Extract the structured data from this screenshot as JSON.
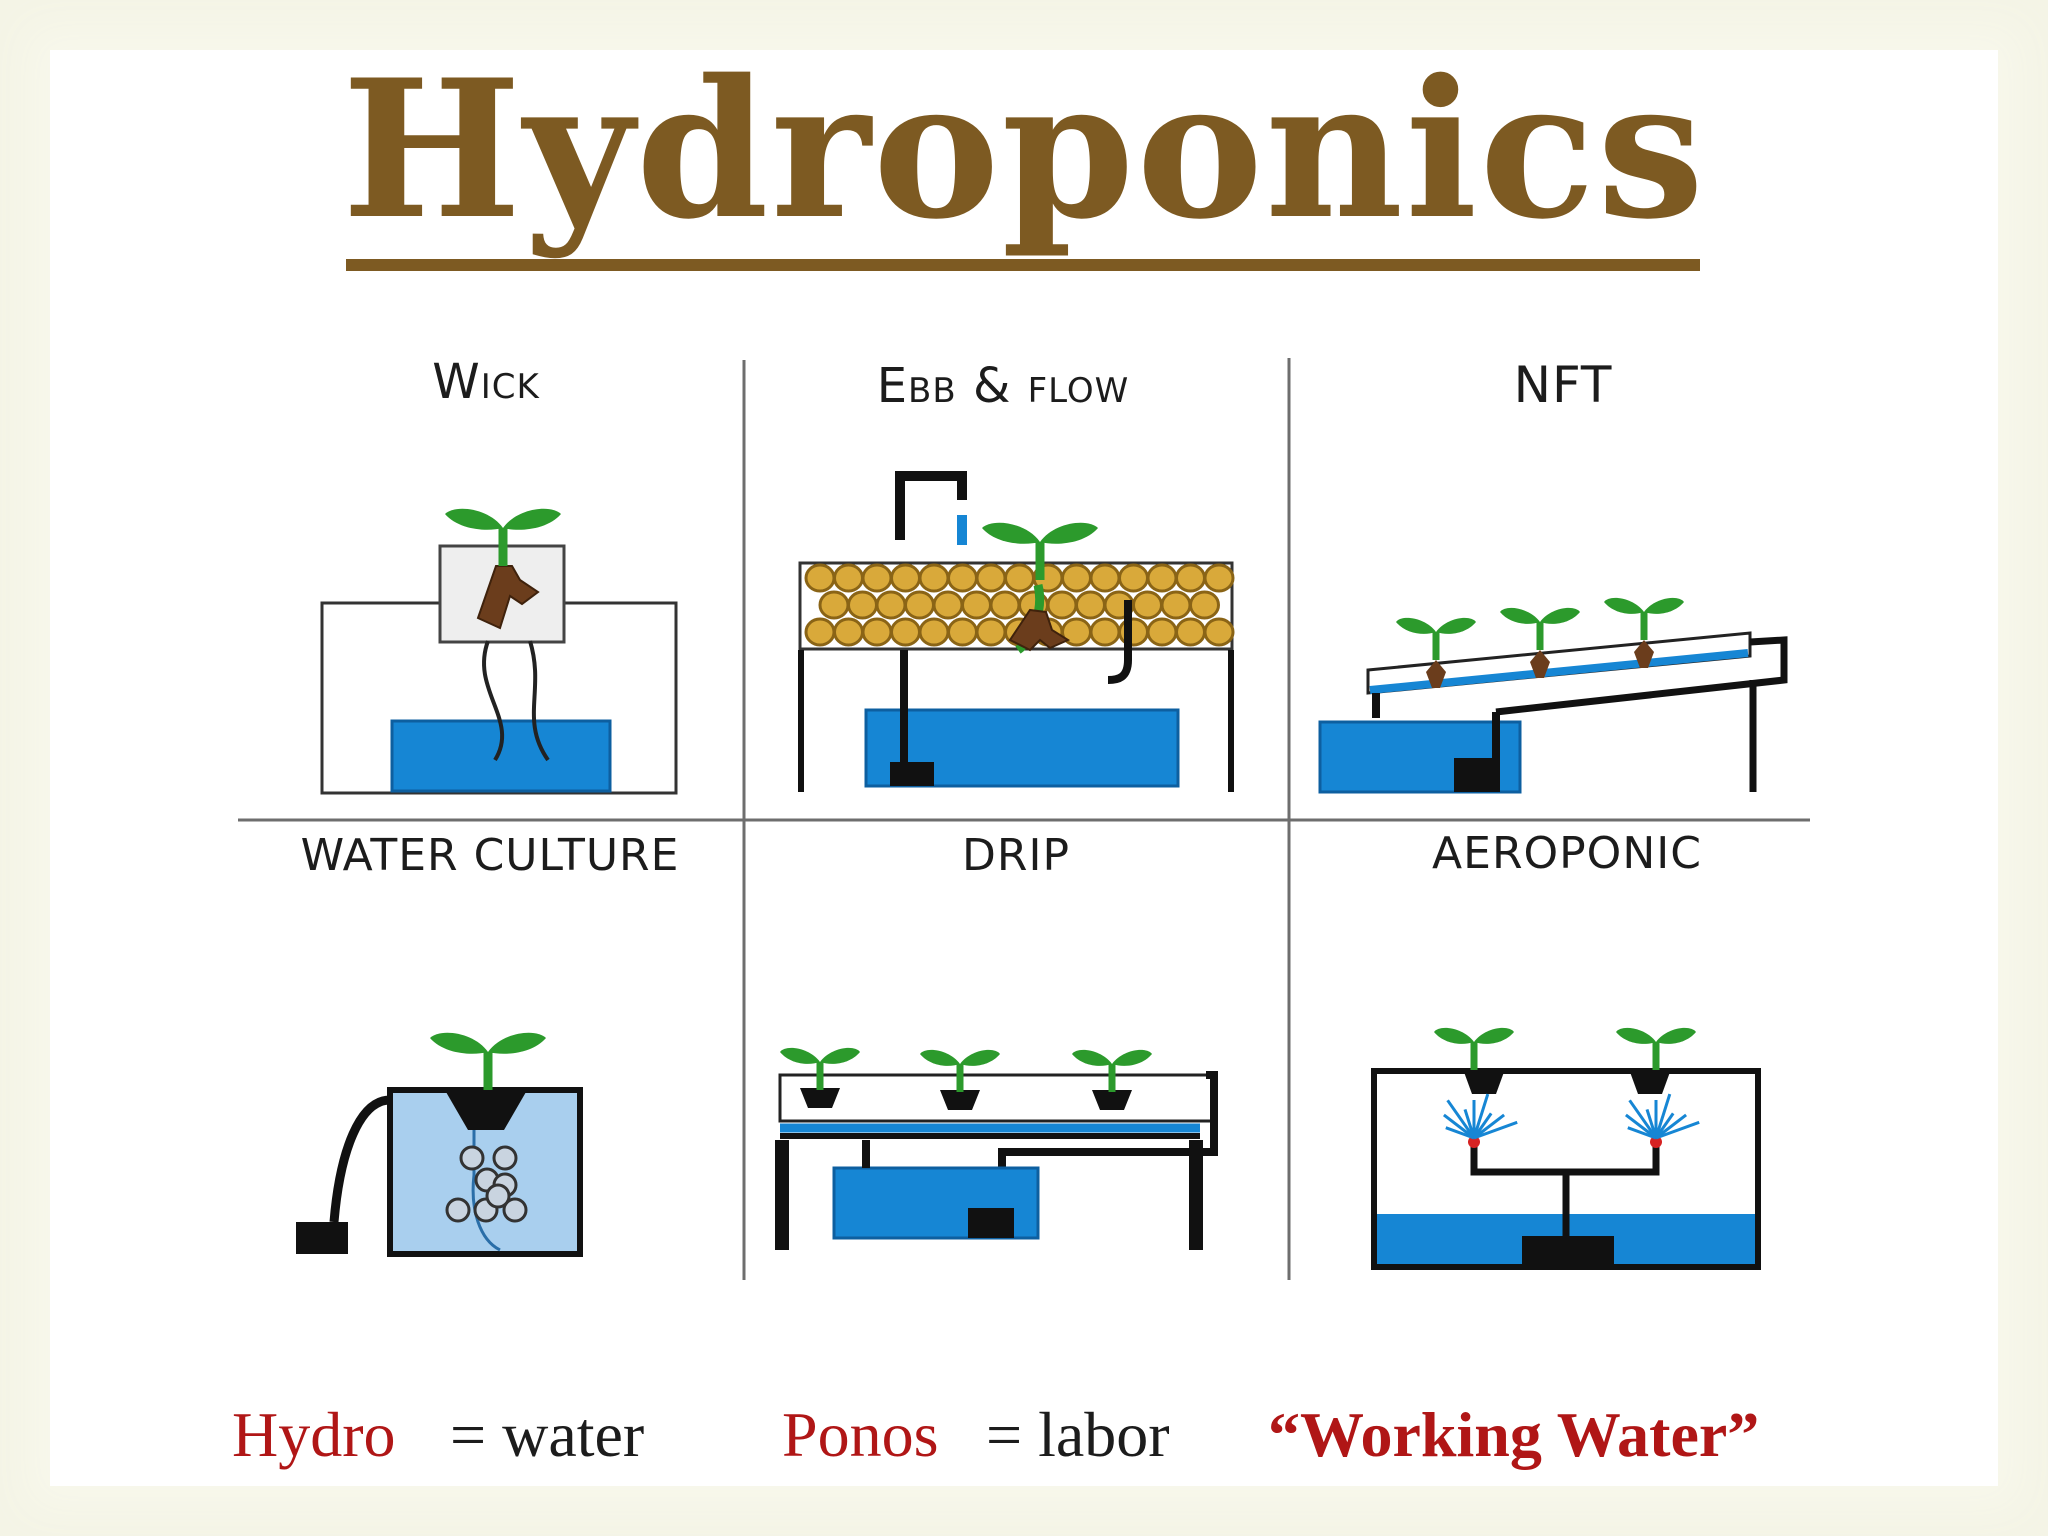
{
  "title": "Hydroponics",
  "systems": [
    {
      "label": "Wick"
    },
    {
      "label": "Ebb & flow"
    },
    {
      "label": "NFT"
    },
    {
      "label": "WATER CULTURE"
    },
    {
      "label": "DRIP"
    },
    {
      "label": "AEROPONIC"
    }
  ],
  "footer": {
    "hydro": "Hydro",
    "hydro_def": "= water",
    "ponos": "Ponos",
    "ponos_def": "= labor",
    "meaning": "“Working Water”"
  },
  "colors": {
    "title": "#7d5a22",
    "water": "#1686d4",
    "leaf": "#2c9a2c",
    "root": "#6b3d1c",
    "pebble": "#d9a93a",
    "accent_text": "#b01616"
  }
}
